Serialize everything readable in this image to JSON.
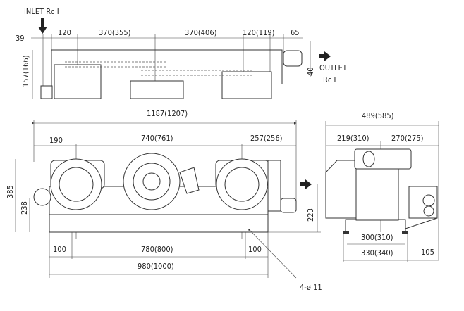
{
  "labels": {
    "inlet": "INLET Rc I",
    "outlet": "OUTLET",
    "outlet_rc": "Rc I",
    "note_holes": "4-ø 11"
  },
  "top_view": {
    "dims": [
      "39",
      "120",
      "370(355)",
      "370(406)",
      "120(119)",
      "65"
    ],
    "height": "157(166)",
    "outlet_offset": "40"
  },
  "front_view": {
    "overall_length": "1187(1207)",
    "upper_dims": [
      "190",
      "740(761)",
      "257(256)"
    ],
    "height": "385",
    "shaft_height": "238",
    "outlet_height": "223",
    "base_dims": [
      "100",
      "780(800)",
      "100"
    ],
    "base_length": "980(1000)"
  },
  "side_view": {
    "overall_width": "489(585)",
    "upper_dims": [
      "219(310)",
      "270(275)"
    ],
    "foot_inner": "300(310)",
    "foot_outer": "330(340)",
    "foot_offset": "105"
  }
}
